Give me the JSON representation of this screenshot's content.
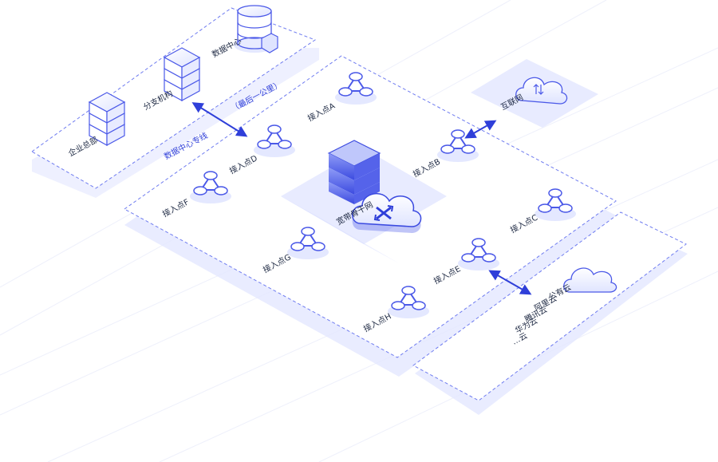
{
  "colors": {
    "accent": "#2f3fd9",
    "plate": "#ffffff",
    "plate_shadow": "#dfe3ff",
    "dash": "#6f7cf0",
    "node_fill": "#eef1ff",
    "node_stroke": "#4b59e8",
    "center_plate": "#e4e8ff"
  },
  "left_panel": {
    "data_center": {
      "label": "数据中心",
      "icon": "database-icon"
    },
    "branch": {
      "label": "分支机构",
      "icon": "server-icon"
    },
    "hq": {
      "label": "企业总部",
      "icon": "server-icon"
    }
  },
  "link": {
    "label": "数据中心专线",
    "sublabel": "（最后一公里）"
  },
  "backbone": {
    "label": "宽带骨干网",
    "icon": "router-cloud-icon"
  },
  "internet": {
    "label": "互联网",
    "icon": "cloud-icon"
  },
  "access_points": [
    {
      "id": "A",
      "label": "接入点A",
      "icon": "access-point-icon"
    },
    {
      "id": "B",
      "label": "接入点B",
      "icon": "access-point-icon"
    },
    {
      "id": "C",
      "label": "接入点C",
      "icon": "access-point-icon"
    },
    {
      "id": "D",
      "label": "接入点D",
      "icon": "access-point-icon"
    },
    {
      "id": "E",
      "label": "接入点E",
      "icon": "access-point-icon"
    },
    {
      "id": "F",
      "label": "接入点F",
      "icon": "access-point-icon"
    },
    {
      "id": "G",
      "label": "接入点G",
      "icon": "access-point-icon"
    },
    {
      "id": "H",
      "label": "接入点H",
      "icon": "access-point-icon"
    }
  ],
  "public_cloud": {
    "icon": "cloud-icon",
    "lines": [
      "公有云",
      "阿里云",
      "腾讯云",
      "华为云",
      "…云"
    ]
  }
}
